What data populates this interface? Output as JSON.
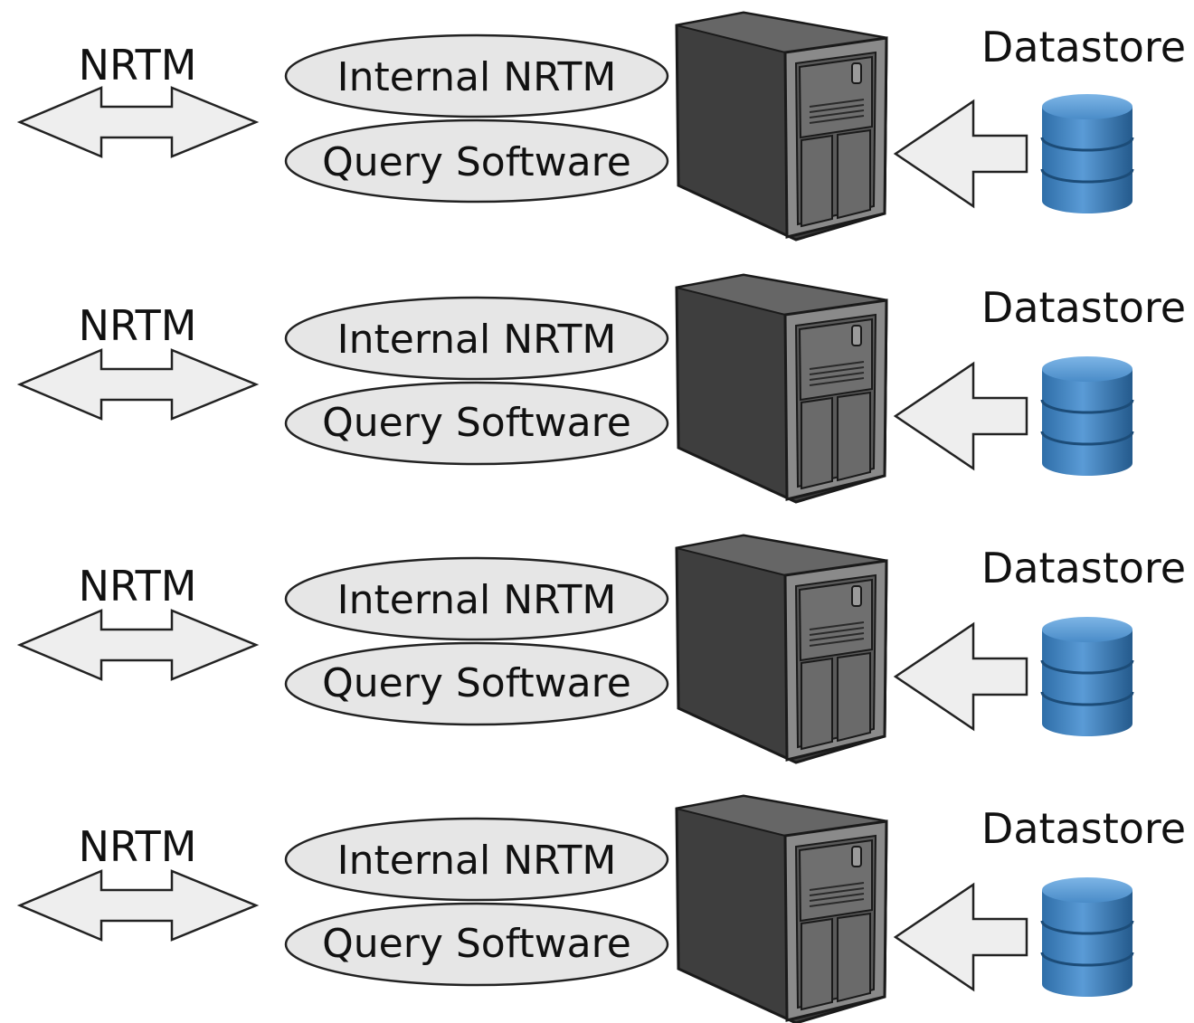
{
  "rows": [
    {
      "protocol_label": "NRTM",
      "component_top": "Internal NRTM",
      "component_bottom": "Query Software",
      "datastore_label": "Datastore"
    },
    {
      "protocol_label": "NRTM",
      "component_top": "Internal NRTM",
      "component_bottom": "Query Software",
      "datastore_label": "Datastore"
    },
    {
      "protocol_label": "NRTM",
      "component_top": "Internal NRTM",
      "component_bottom": "Query Software",
      "datastore_label": "Datastore"
    },
    {
      "protocol_label": "NRTM",
      "component_top": "Internal NRTM",
      "component_bottom": "Query Software",
      "datastore_label": "Datastore"
    }
  ],
  "colors": {
    "arrow_fill": "#eeeeee",
    "pill_fill": "#e6e6e6",
    "server_dark": "#4a4a4a",
    "server_light": "#8c8c8c",
    "db_blue": "#3b7fbf"
  },
  "icons": {
    "bidirectional": "double-arrow-icon",
    "server": "server-tower-icon",
    "database": "database-icon",
    "flow": "left-arrow-icon"
  }
}
